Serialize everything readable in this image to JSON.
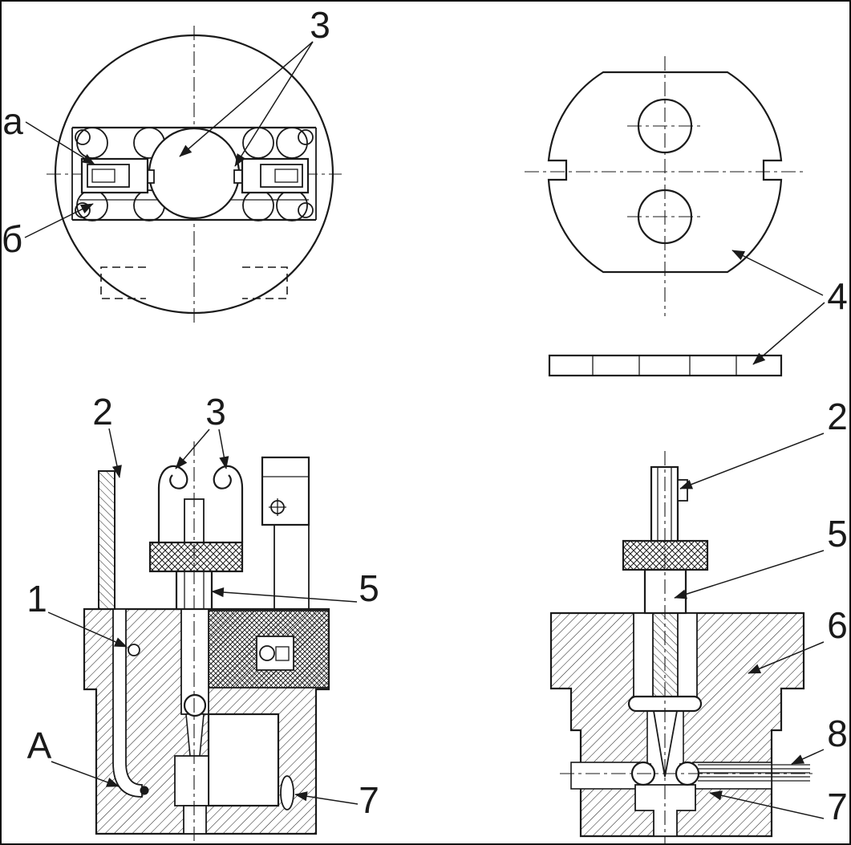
{
  "drawing": {
    "background_color": "#ffffff",
    "ink_color": "#1a1a1a",
    "views": {
      "plan_mechanism": {
        "callouts": [
          {
            "id": "letter-a",
            "label": "а"
          },
          {
            "id": "letter-b",
            "label": "б"
          },
          {
            "id": "item-3",
            "label": "3"
          }
        ]
      },
      "plate_view": {
        "callouts": [
          {
            "id": "item-4",
            "label": "4"
          }
        ]
      },
      "section_front": {
        "callouts": [
          {
            "id": "item-2",
            "label": "2"
          },
          {
            "id": "item-3",
            "label": "3"
          },
          {
            "id": "item-1",
            "label": "1"
          },
          {
            "id": "item-5",
            "label": "5"
          },
          {
            "id": "letter-A",
            "label": "А"
          },
          {
            "id": "item-7",
            "label": "7"
          }
        ]
      },
      "section_side": {
        "callouts": [
          {
            "id": "item-2",
            "label": "2"
          },
          {
            "id": "item-5",
            "label": "5"
          },
          {
            "id": "item-6",
            "label": "6"
          },
          {
            "id": "item-8",
            "label": "8"
          },
          {
            "id": "item-7",
            "label": "7"
          }
        ]
      }
    }
  }
}
